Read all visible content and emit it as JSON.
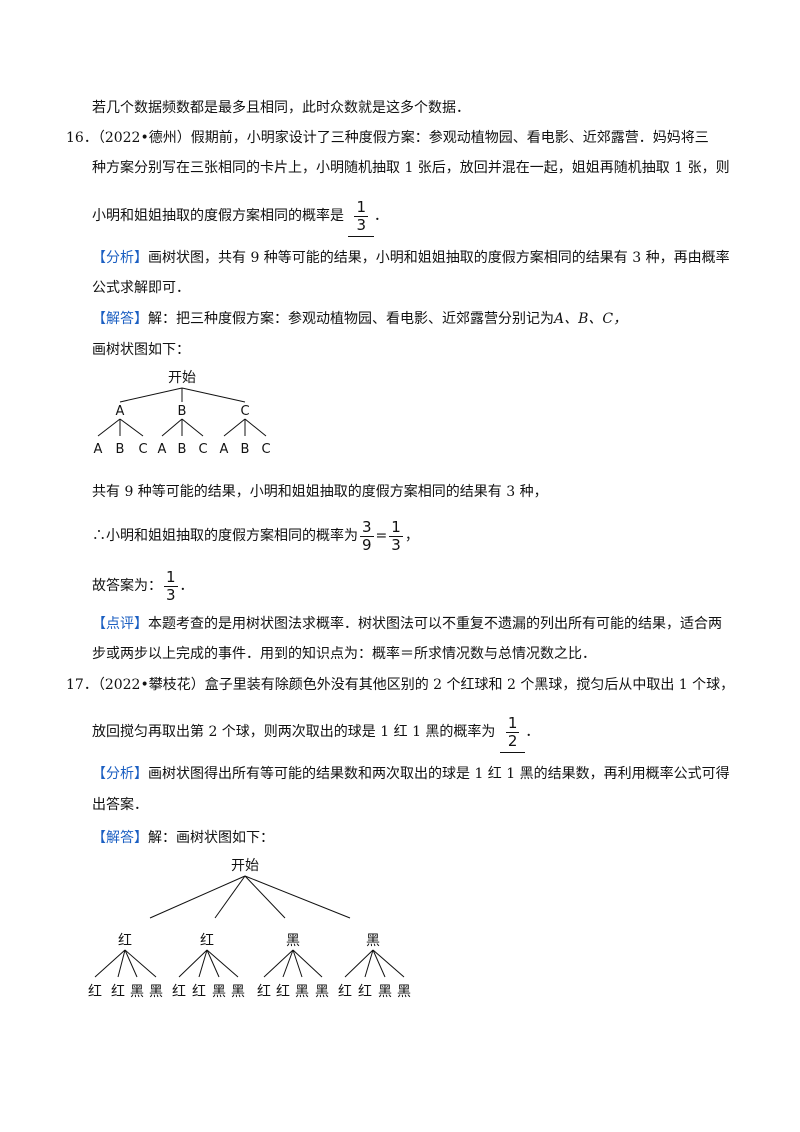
{
  "p0": "若几个数据频数都是最多且相同，此时众数就是这多个数据．",
  "q16": {
    "num": "16．",
    "source": "（2022•德州）",
    "l1": "假期前，小明家设计了三种度假方案：参观动植物园、看电影、近郊露营．妈妈将三",
    "l2": "种方案分别写在三张相同的卡片上，小明随机抽取 1 张后，放回并混在一起，姐姐再随机抽取 1 张，则",
    "l3": "小明和姐姐抽取的度假方案相同的概率是",
    "ans_num": "1",
    "ans_den": "3",
    "end": "．",
    "fx_tag": "【分析】",
    "fx1": "画树状图，共有 9 种等可能的结果，小明和姐姐抽取的度假方案相同的结果有 3 种，再由概率",
    "fx2": "公式求解即可．",
    "jd_tag": "【解答】",
    "jd1": "解：把三种度假方案：参观动植物园、看电影、近郊露营分别记为",
    "jd1_vars": "A、B、C，",
    "jd2": "画树状图如下：",
    "tree": {
      "root": "开始",
      "level1": [
        "A",
        "B",
        "C"
      ],
      "level2": [
        "A",
        "B",
        "C",
        "A",
        "B",
        "C",
        "A",
        "B",
        "C"
      ]
    },
    "jd3": "共有 9 种等可能的结果，小明和姐姐抽取的度假方案相同的结果有 3 种，",
    "jd4": "∴小明和姐姐抽取的度假方案相同的概率为",
    "f1_num": "3",
    "f1_den": "9",
    "eq": "=",
    "f2_num": "1",
    "f2_den": "3",
    "comma": "，",
    "jd5": "故答案为：",
    "f3_num": "1",
    "f3_den": "3",
    "dot": "．",
    "dp_tag": "【点评】",
    "dp1": "本题考查的是用树状图法求概率．树状图法可以不重复不遗漏的列出所有可能的结果，适合两",
    "dp2": "步或两步以上完成的事件．用到的知识点为：概率＝所求情况数与总情况数之比．"
  },
  "q17": {
    "num": "17．",
    "source": "（2022•攀枝花）",
    "l1": "盒子里装有除颜色外没有其他区别的 2 个红球和 2 个黑球，搅匀后从中取出 1 个球，",
    "l2": "放回搅匀再取出第 2 个球，则两次取出的球是 1 红 1 黑的概率为",
    "ans_num": "1",
    "ans_den": "2",
    "end": "．",
    "fx_tag": "【分析】",
    "fx1": "画树状图得出所有等可能的结果数和两次取出的球是 1 红 1 黑的结果数，再利用概率公式可得",
    "fx2": "出答案．",
    "jd_tag": "【解答】",
    "jd1": "解：画树状图如下：",
    "tree": {
      "root": "开始",
      "level1": [
        "红",
        "红",
        "黑",
        "黑"
      ],
      "level2": [
        "红",
        "红",
        "黑",
        "黑",
        "红",
        "红",
        "黑",
        "黑",
        "红",
        "红",
        "黑",
        "黑",
        "红",
        "红",
        "黑",
        "黑"
      ]
    }
  }
}
